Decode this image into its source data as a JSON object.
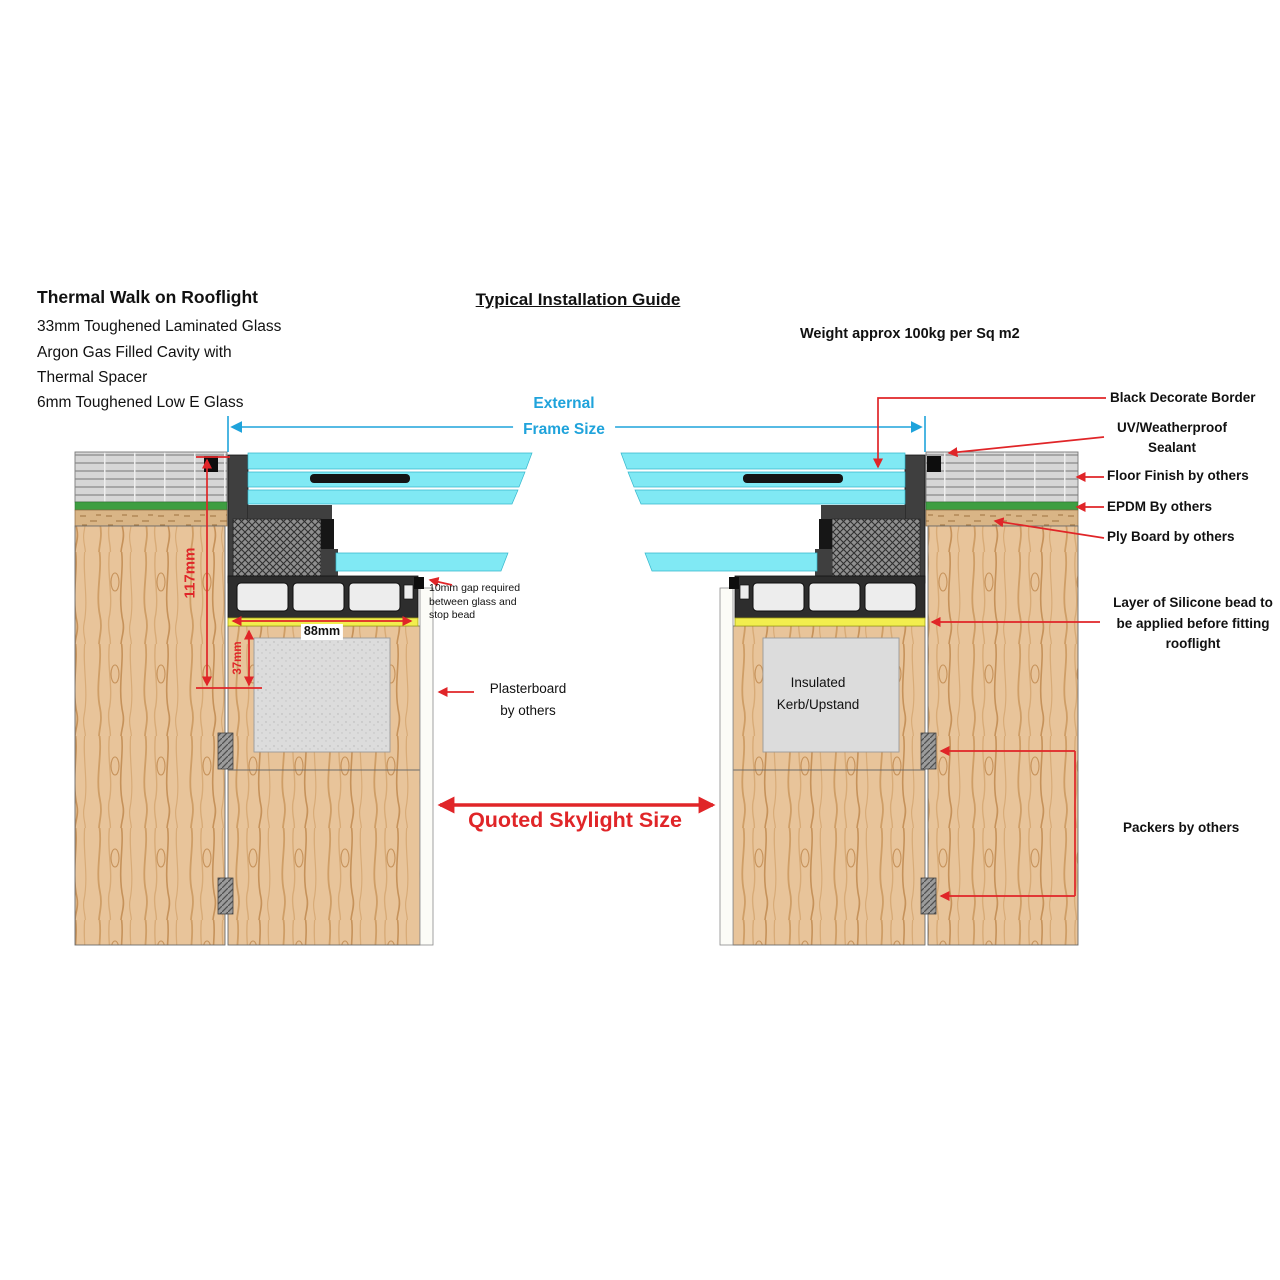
{
  "header": {
    "product_title": "Thermal Walk on Rooflight",
    "spec_lines": [
      "33mm Toughened Laminated Glass",
      "Argon Gas Filled Cavity with",
      "Thermal Spacer",
      "6mm Toughened Low E Glass"
    ],
    "guide_title": "Typical Installation Guide",
    "weight_note": "Weight approx 100kg per Sq m2"
  },
  "dimensions": {
    "external_frame_line1": "External",
    "external_frame_line2": "Frame Size",
    "height_117": "117mm",
    "width_88": "88mm",
    "height_37": "37mm",
    "quoted_size": "Quoted Skylight Size"
  },
  "callouts": {
    "black_border": "Black Decorate Border",
    "uv_sealant": [
      "UV/Weatherproof",
      "Sealant"
    ],
    "floor_finish": "Floor Finish by others",
    "epdm": "EPDM By others",
    "ply_board": "Ply Board by others",
    "silicone": [
      "Layer of Silicone bead to",
      "be applied before fitting",
      "rooflight"
    ],
    "packers": "Packers by others",
    "gap_note": [
      "10mm gap required",
      "between glass and",
      "stop bead"
    ],
    "plasterboard": [
      "Plasterboard",
      "by others"
    ],
    "kerb": [
      "Insulated",
      "Kerb/Upstand"
    ]
  },
  "colors": {
    "annotation_red": "#e02528",
    "dimension_cyan": "#1fa3db",
    "glass_cyan": "#80e9f4",
    "silicone_yellow": "#f2ee4e",
    "epdm_green": "#3e9e41",
    "wood": "#e8c49a"
  }
}
